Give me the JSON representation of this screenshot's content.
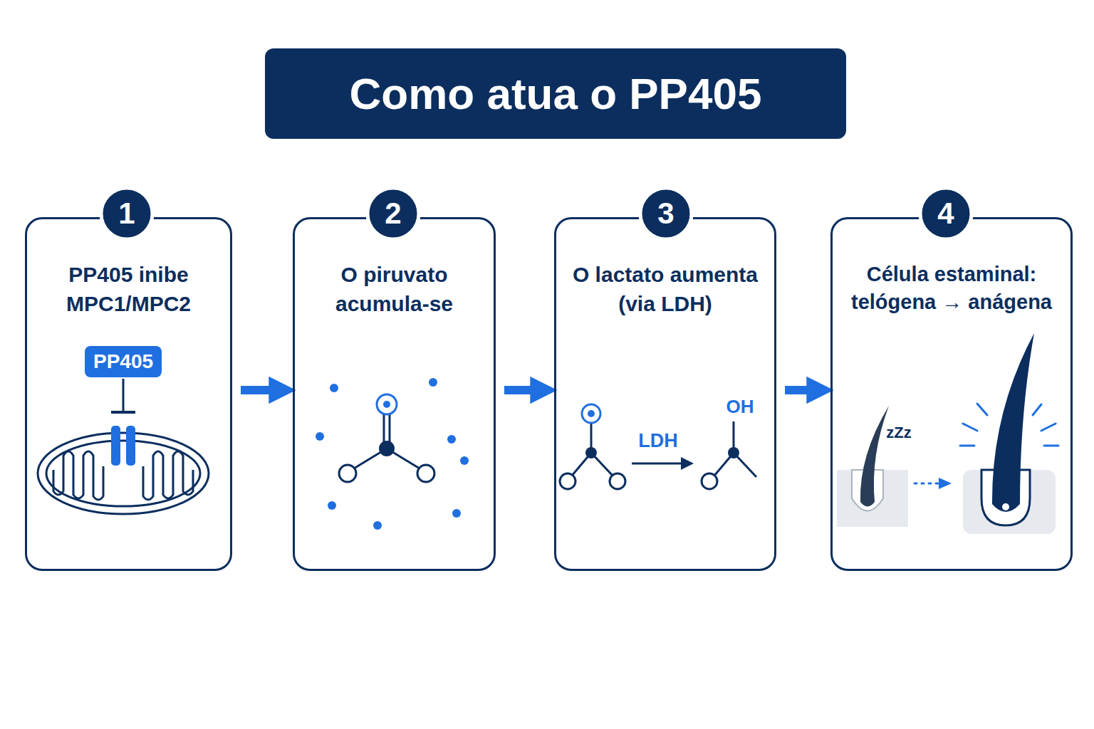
{
  "diagram": {
    "title": "Como atua o PP405",
    "nodes": [
      {
        "text": [
          "PP405 inibe MPC1/MPC2"
        ]
      },
      {
        "text": [
          "PP405"
        ],
        "in": 0
      },
      {
        "text": [
          "O piruvato acumula-se"
        ]
      },
      {
        "text": [
          "O lactato aumenta (via LDH)"
        ]
      },
      {
        "text": [
          "Célula estaminal: telógena → anágena"
        ]
      }
    ],
    "edges": [
      {
        "from": 0,
        "to": 2,
        "arrow": "to"
      },
      {
        "from": 2,
        "to": 3,
        "arrow": "to"
      },
      {
        "from": 3,
        "to": 4,
        "arrow": "to"
      }
    ],
    "labels": [
      "1",
      "2",
      "3",
      "4",
      "LDH",
      "OH",
      "zZz"
    ]
  }
}
